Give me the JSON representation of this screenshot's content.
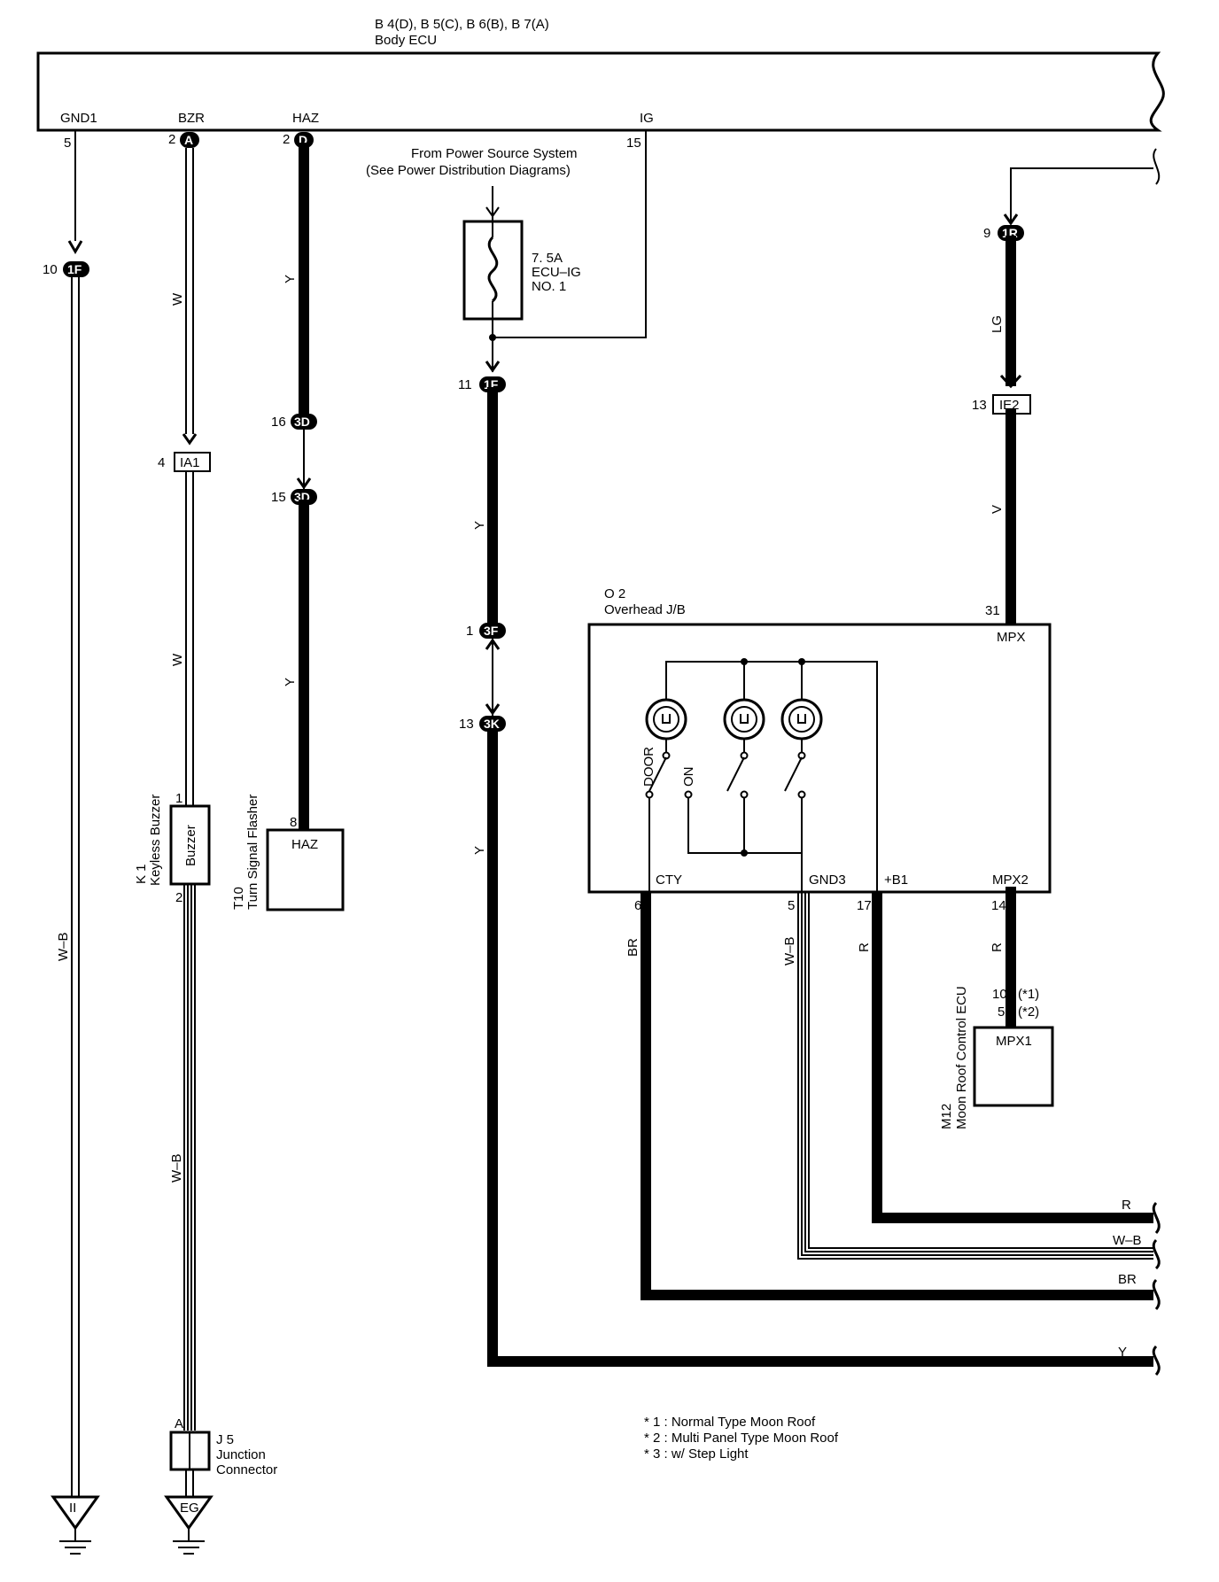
{
  "header": {
    "connectors": "B 4(D), B 5(C), B 6(B), B 7(A)",
    "name": "Body ECU"
  },
  "ecu_terminals": {
    "gnd1": "GND1",
    "bzr": "BZR",
    "haz": "HAZ",
    "ig": "IG"
  },
  "pin_numbers": {
    "gnd1": "5",
    "bzr": "2",
    "haz": "2",
    "ig": "15",
    "one_f_left": "10",
    "ia1": "4",
    "three_d_top": "16",
    "three_d_bottom": "15",
    "buzzer_top": "1",
    "buzzer_bottom": "2",
    "flasher": "8",
    "one_f_mid": "11",
    "three_f": "1",
    "three_k": "13",
    "one_r": "9",
    "ie2": "13",
    "mpx": "31",
    "cty": "6",
    "gnd3": "5",
    "b1": "17",
    "mpx2": "14",
    "mpx1_a": "10",
    "mpx1_b": "5",
    "junction_a": "A"
  },
  "connector_codes": {
    "bzr": "A",
    "haz": "D",
    "one_f": "1F",
    "ia1": "IA1",
    "three_d": "3D",
    "three_f": "3F",
    "three_k": "3K",
    "one_r": "1R",
    "ie2": "IE2",
    "ground_ii": "II",
    "ground_eg": "EG"
  },
  "wire_colors": {
    "w": "W",
    "y": "Y",
    "wb": "W–B",
    "lg": "LG",
    "v": "V",
    "br": "BR",
    "r": "R"
  },
  "power_source": {
    "line1": "From Power Source System",
    "line2": "(See Power Distribution Diagrams)"
  },
  "fuse": {
    "rating": "7. 5A",
    "name": "ECU–IG",
    "number": "NO. 1"
  },
  "components": {
    "buzzer_id": "K 1",
    "buzzer_name": "Keyless Buzzer",
    "buzzer_label": "Buzzer",
    "flasher_id": "T10",
    "flasher_name": "Turn Signal Flasher",
    "flasher_terminal": "HAZ",
    "overhead_id": "O 2",
    "overhead_name": "Overhead J/B",
    "moonroof_id": "M12",
    "moonroof_name": "Moon Roof Control ECU",
    "moonroof_terminal": "MPX1",
    "junction_id": "J 5",
    "junction_line1": "Junction",
    "junction_line2": "Connector"
  },
  "overhead_terminals": {
    "mpx": "MPX",
    "cty": "CTY",
    "gnd3": "GND3",
    "b1": "+B1",
    "mpx2": "MPX2",
    "door": "DOOR",
    "on": "ON"
  },
  "moonroof_notes": {
    "n1": "(*1)",
    "n2": "(*2)"
  },
  "notes": [
    "* 1 : Normal Type Moon Roof",
    "* 2 : Multi Panel Type Moon Roof",
    "* 3 : w/ Step Light"
  ]
}
